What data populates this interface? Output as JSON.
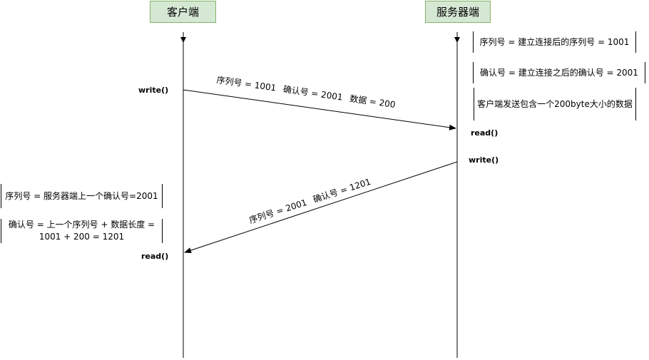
{
  "actors": {
    "client": "客户端",
    "server": "服务器端"
  },
  "client_calls": {
    "write": "write()",
    "read": "read()"
  },
  "server_calls": {
    "read": "read()",
    "write": "write()"
  },
  "message1": {
    "seq": "序列号 = 1001",
    "ack": "确认号 = 2001",
    "data": "数据 = 200"
  },
  "message2": {
    "seq": "序列号 = 2001",
    "ack": "确认号 = 1201"
  },
  "server_notes": {
    "seq": "序列号 = 建立连接后的序列号 = 1001",
    "ack": "确认号 = 建立连接之后的确认号 = 2001",
    "send": "客户端发送包含一个200byte大小的数据"
  },
  "client_notes": {
    "seq": "序列号 = 服务器端上一个确认号=2001",
    "ack": "确认号 = 上一个序列号 + 数据长度 = 1001 + 200 = 1201"
  },
  "colors": {
    "actor_fill": "#d5e8d4",
    "actor_border": "#82b366",
    "line": "#000000"
  }
}
